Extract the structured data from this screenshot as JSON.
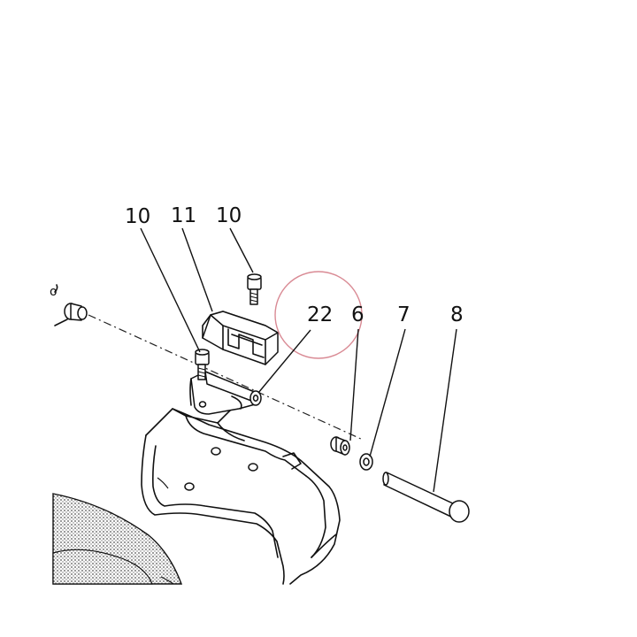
{
  "callouts": {
    "c10_left": "10",
    "c11": "11",
    "c10_right": "10",
    "c22": "22",
    "c6": "6",
    "c7": "7",
    "c8": "8",
    "edge_fragment": "o"
  },
  "colors": {
    "line": "#111111",
    "highlight_circle": "#d98a94",
    "stipple_fill": "#8c8c8c",
    "background": "#ffffff"
  }
}
